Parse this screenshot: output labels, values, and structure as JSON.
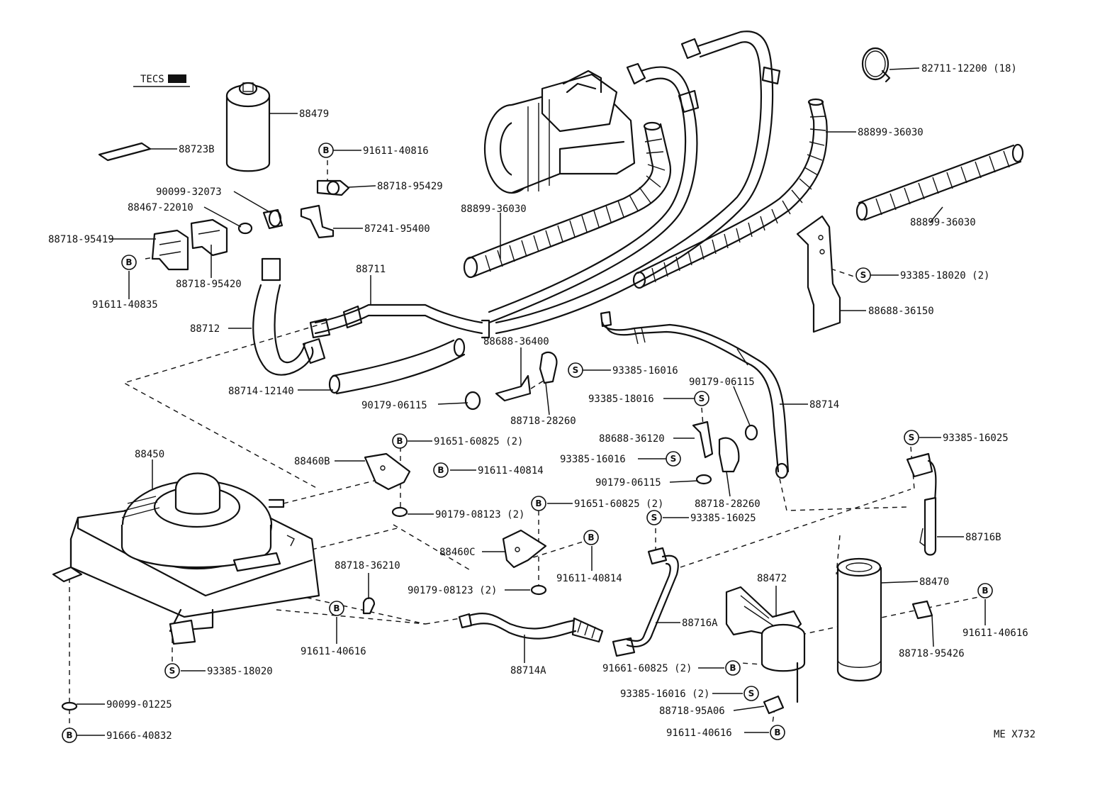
{
  "note_label": "TECS",
  "figure_code": "ME X732",
  "callouts": {
    "c82711": "82711-12200 (18)",
    "c88479": "88479",
    "c88723B": "88723B",
    "c91611_40816": "91611-40816",
    "c88718_95429": "88718-95429",
    "c90099_32073": "90099-32073",
    "c88467_22010": "88467-22010",
    "c87241_95400": "87241-95400",
    "c88899_36030_a": "88899-36030",
    "c88899_36030_b": "88899-36030",
    "c88899_36030_c": "88899-36030",
    "c88718_95419": "88718-95419",
    "c88718_95420": "88718-95420",
    "c91611_40835": "91611-40835",
    "c88711": "88711",
    "c88712": "88712",
    "c93385_18020_2": "93385-18020 (2)",
    "c88688_36150": "88688-36150",
    "c88688_36400": "88688-36400",
    "c93385_16016_a": "93385-16016",
    "c88714_12140": "88714-12140",
    "c90179_06115_a": "90179-06115",
    "c88718_28260_a": "88718-28260",
    "c90179_06115_b": "90179-06115",
    "c93385_18016": "93385-18016",
    "c88714": "88714",
    "c88688_36120": "88688-36120",
    "c93385_16016_b": "93385-16016",
    "c90179_06115_c": "90179-06115",
    "c88718_28260_b": "88718-28260",
    "c93385_16025_a": "93385-16025",
    "c88450": "88450",
    "c91651_60825_2a": "91651-60825 (2)",
    "c88460B": "88460B",
    "c91611_40814_a": "91611-40814",
    "c90179_08123_2a": "90179-08123 (2)",
    "c91651_60825_2b": "91651-60825 (2)",
    "c93385_16025_b": "93385-16025",
    "c88716B": "88716B",
    "c88460C": "88460C",
    "c91611_40814_b": "91611-40814",
    "c88718_36210": "88718-36210",
    "c90179_08123_2b": "90179-08123 (2)",
    "c88472": "88472",
    "c88470": "88470",
    "c91611_40616_a": "91611-40616",
    "c88716A": "88716A",
    "c91611_40616_b": "91611-40616",
    "c88714A": "88714A",
    "c88718_95426": "88718-95426",
    "c93385_18020": "93385-18020",
    "c91661_60825_2": "91661-60825 (2)",
    "c93385_16016_2": "93385-16016 (2)",
    "c90099_01225": "90099-01225",
    "c88718_95A06": "88718-95A06",
    "c91666_40832": "91666-40832",
    "c91611_40616_c": "91611-40616"
  },
  "symbols": {
    "bolt": "B",
    "screw": "S"
  }
}
